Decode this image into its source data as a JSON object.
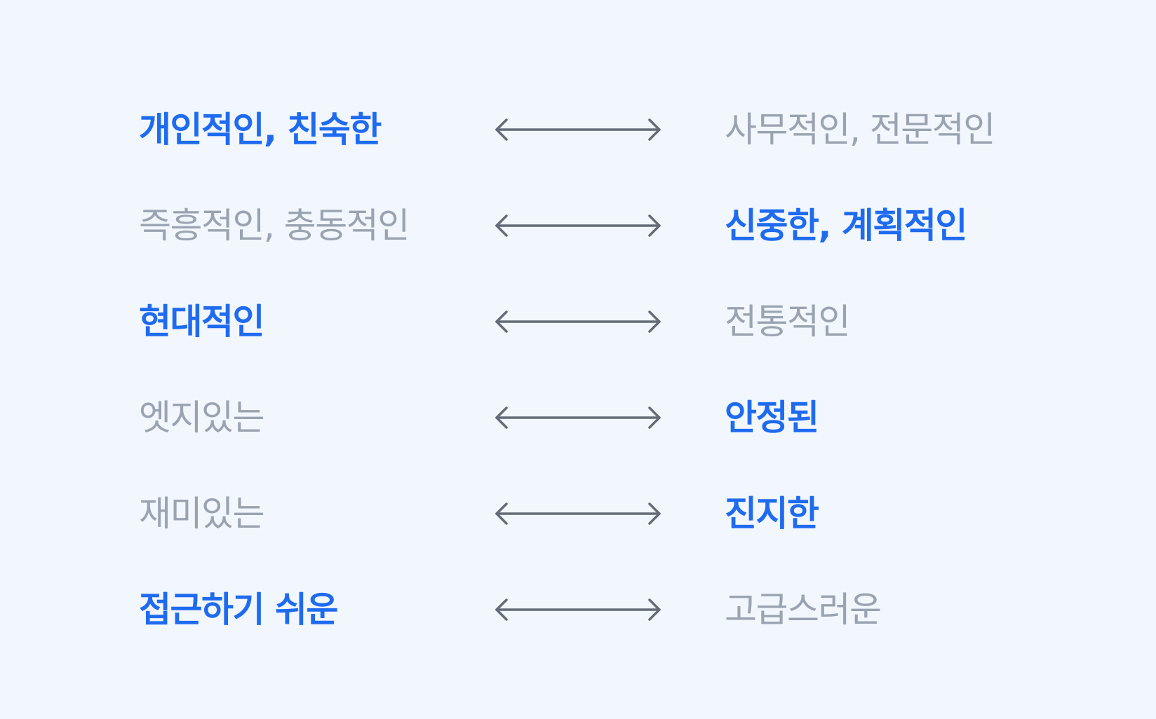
{
  "colors": {
    "background": "#f2f7fe",
    "selected": "#1f6bf0",
    "unselected": "#9aa3b0",
    "arrow": "#646b77"
  },
  "pairs": [
    {
      "left": "개인적인, 친숙한",
      "right": "사무적인, 전문적인",
      "selected": "left"
    },
    {
      "left": "즉흥적인, 충동적인",
      "right": "신중한, 계획적인",
      "selected": "right"
    },
    {
      "left": "현대적인",
      "right": "전통적인",
      "selected": "left"
    },
    {
      "left": "엣지있는",
      "right": "안정된",
      "selected": "right"
    },
    {
      "left": "재미있는",
      "right": "진지한",
      "selected": "right"
    },
    {
      "left": "접근하기 쉬운",
      "right": "고급스러운",
      "selected": "left"
    }
  ]
}
